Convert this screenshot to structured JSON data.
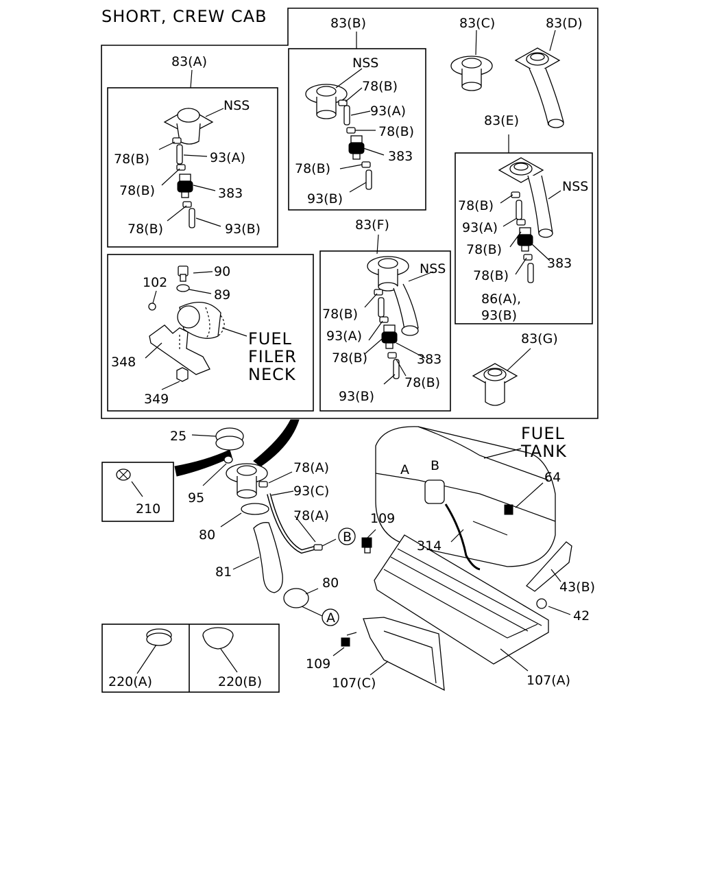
{
  "title": "SHORT, CREW CAB",
  "labels": {
    "l83A": "83(A)",
    "l83B": "83(B)",
    "l83C": "83(C)",
    "l83D": "83(D)",
    "l83E": "83(E)",
    "l83F": "83(F)",
    "l83G": "83(G)",
    "nssA": "NSS",
    "nssB": "NSS",
    "nssE": "NSS",
    "nssF": "NSS",
    "a78b_1": "78(B)",
    "a93a": "93(A)",
    "a78b_2": "78(B)",
    "a383": "383",
    "a78b_3": "78(B)",
    "a93b": "93(B)",
    "b78b_1": "78(B)",
    "b93a": "93(A)",
    "b78b_2": "78(B)",
    "b383": "383",
    "b78b_3": "78(B)",
    "b93b": "93(B)",
    "e78b_1": "78(B)",
    "e93a": "93(A)",
    "e78b_2": "78(B)",
    "e383": "383",
    "e78b_3": "78(B)",
    "e86a": "86(A),",
    "e93b": "93(B)",
    "f78b_1": "78(B)",
    "f93a": "93(A)",
    "f78b_2": "78(B)",
    "f383": "383",
    "f93b": "93(B)",
    "f78b_3": "78(B)",
    "n90": "90",
    "n102": "102",
    "n89": "89",
    "n348": "348",
    "n349": "349",
    "filler1": "FUEL",
    "filler2": "FILER",
    "filler3": "NECK",
    "tank1": "FUEL",
    "tank2": "TANK",
    "n25": "25",
    "n210": "210",
    "n95": "95",
    "n78a_1": "78(A)",
    "n93c": "93(C)",
    "n78a_2": "78(A)",
    "n80_1": "80",
    "n81": "81",
    "n80_2": "80",
    "n109_1": "109",
    "n314": "314",
    "n64": "64",
    "n43b": "43(B)",
    "n42": "42",
    "n109_2": "109",
    "n107c": "107(C)",
    "n107a": "107(A)",
    "n220a": "220(A)",
    "n220b": "220(B)",
    "refA1": "A",
    "refB1": "B",
    "refA2": "A",
    "refB2": "B"
  }
}
